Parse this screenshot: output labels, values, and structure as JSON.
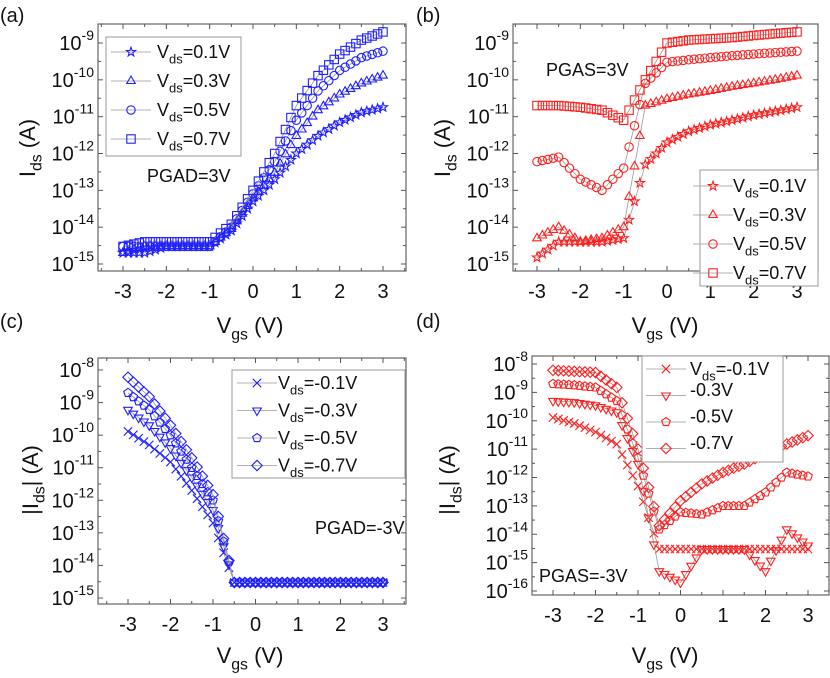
{
  "chart_data": [
    {
      "panel_label": "(a)",
      "type": "scatter",
      "color": "#1f1fff",
      "xlabel": [
        "V",
        "gs",
        " (V)"
      ],
      "ylabel": [
        "I",
        "ds",
        " (A)"
      ],
      "annotation": "PGAD=3V",
      "xlim": [
        -3.4,
        3.5
      ],
      "x_ticks": [
        -3,
        -2,
        -1,
        0,
        1,
        2,
        3
      ],
      "y_ticks": [
        1e-15,
        1e-14,
        1e-13,
        1e-12,
        1e-11,
        1e-10,
        1e-09
      ],
      "y_scale": "log",
      "legend_position": "top-left",
      "x": [
        -3,
        -2.5,
        -2,
        -1.5,
        -1,
        -0.5,
        0,
        0.5,
        1,
        1.5,
        2,
        2.5,
        3
      ],
      "series": [
        {
          "legend": [
            "V",
            "ds",
            "=0.1V"
          ],
          "marker": "star",
          "values": [
            2e-15,
            2e-15,
            3e-15,
            3e-15,
            3e-15,
            8e-15,
            5e-14,
            2e-13,
            1e-12,
            3e-12,
            7e-12,
            1.3e-11,
            1.8e-11
          ]
        },
        {
          "legend": [
            "V",
            "ds",
            "=0.3V"
          ],
          "marker": "triangle",
          "values": [
            2e-15,
            3e-15,
            3e-15,
            3e-15,
            3e-15,
            9e-15,
            6e-14,
            3e-13,
            3e-12,
            1.5e-11,
            4e-11,
            8e-11,
            1.3e-10
          ]
        },
        {
          "legend": [
            "V",
            "ds",
            "=0.5V"
          ],
          "marker": "circle",
          "values": [
            3e-15,
            3e-15,
            3e-15,
            3e-15,
            3e-15,
            1e-14,
            8e-14,
            6e-13,
            8e-12,
            5e-11,
            1.8e-10,
            4e-10,
            6e-10
          ]
        },
        {
          "legend": [
            "V",
            "ds",
            "=0.7V"
          ],
          "marker": "square",
          "values": [
            3e-15,
            4e-15,
            4e-15,
            4e-15,
            4e-15,
            1.2e-14,
            1e-13,
            1e-12,
            2e-11,
            1.3e-10,
            5e-10,
            1.2e-09,
            2e-09
          ]
        }
      ]
    },
    {
      "panel_label": "(b)",
      "type": "scatter",
      "color": "#ff1f1f",
      "xlabel": [
        "V",
        "gs",
        " (V)"
      ],
      "ylabel": [
        "I",
        "ds",
        " (A)"
      ],
      "annotation": "PGAS=3V",
      "xlim": [
        -3.4,
        3.5
      ],
      "x_ticks": [
        -3,
        -2,
        -1,
        0,
        1,
        2,
        3
      ],
      "y_ticks": [
        1e-15,
        1e-14,
        1e-13,
        1e-12,
        1e-11,
        1e-10,
        1e-09
      ],
      "y_scale": "log",
      "legend_position": "bottom-right",
      "x": [
        -3,
        -2.5,
        -2,
        -1.5,
        -1,
        -0.5,
        0,
        0.5,
        1,
        1.5,
        2,
        2.5,
        3
      ],
      "series": [
        {
          "legend": [
            "V",
            "ds",
            "=0.1V"
          ],
          "marker": "star",
          "values": [
            1.5e-15,
            4e-15,
            4e-15,
            4e-15,
            5e-15,
            5e-13,
            2e-12,
            4e-12,
            6e-12,
            8e-12,
            1.1e-11,
            1.4e-11,
            1.8e-11
          ]
        },
        {
          "legend": [
            "V",
            "ds",
            "=0.3V"
          ],
          "marker": "triangle",
          "values": [
            5e-15,
            1e-14,
            4e-15,
            5e-15,
            1e-14,
            2e-11,
            3e-11,
            4e-11,
            5e-11,
            6.5e-11,
            8e-11,
            1e-10,
            1.3e-10
          ]
        },
        {
          "legend": [
            "V",
            "ds",
            "=0.5V"
          ],
          "marker": "circle",
          "values": [
            6e-13,
            8e-13,
            2e-13,
            1e-13,
            4e-13,
            8e-11,
            3e-10,
            3.5e-10,
            4e-10,
            4.5e-10,
            5e-10,
            5.5e-10,
            6e-10
          ]
        },
        {
          "legend": [
            "V",
            "ds",
            "=0.7V"
          ],
          "marker": "square",
          "values": [
            2e-11,
            2e-11,
            1.8e-11,
            1.5e-11,
            8e-12,
            1e-10,
            1e-09,
            1.2e-09,
            1.3e-09,
            1.4e-09,
            1.6e-09,
            1.8e-09,
            2e-09
          ]
        }
      ]
    },
    {
      "panel_label": "(c)",
      "type": "scatter",
      "color": "#1f1fff",
      "xlabel": [
        "V",
        "gs",
        " (V)"
      ],
      "ylabel": [
        "|I",
        "ds",
        "| (A)"
      ],
      "annotation": "PGAD=-3V",
      "xlim": [
        -3.4,
        3.5
      ],
      "x_ticks": [
        -3,
        -2,
        -1,
        0,
        1,
        2,
        3
      ],
      "y_ticks": [
        1e-15,
        1e-14,
        1e-13,
        1e-12,
        1e-11,
        1e-10,
        1e-09,
        1e-08
      ],
      "y_scale": "log",
      "legend_position": "top-right",
      "x": [
        -3,
        -2.5,
        -2,
        -1.5,
        -1,
        -0.5,
        0,
        0.5,
        1,
        1.5,
        2,
        2.5,
        3
      ],
      "series": [
        {
          "legend": [
            "V",
            "ds",
            "=-0.1V"
          ],
          "marker": "x",
          "values": [
            1.3e-10,
            5e-11,
            1.5e-11,
            2e-12,
            2e-13,
            3e-15,
            3e-15,
            3e-15,
            3e-15,
            3e-15,
            3e-15,
            3e-15,
            3e-15
          ]
        },
        {
          "legend": [
            "V",
            "ds",
            "=-0.3V"
          ],
          "marker": "triangle-down",
          "values": [
            6e-10,
            2e-10,
            4e-11,
            5e-12,
            5e-13,
            3e-15,
            3e-15,
            3e-15,
            3e-15,
            3e-15,
            3e-15,
            3e-15,
            3e-15
          ]
        },
        {
          "legend": [
            "V",
            "ds",
            "=-0.5V"
          ],
          "marker": "pentagon",
          "values": [
            2e-09,
            6e-10,
            1e-10,
            1e-11,
            1e-12,
            3e-15,
            3e-15,
            3e-15,
            3e-15,
            3e-15,
            3e-15,
            3e-15,
            3e-15
          ]
        },
        {
          "legend": [
            "V",
            "ds",
            "=-0.7V"
          ],
          "marker": "diamond",
          "values": [
            6e-09,
            1.5e-09,
            2e-10,
            2e-11,
            1.5e-12,
            3e-15,
            3e-15,
            3e-15,
            3e-15,
            3e-15,
            3e-15,
            3e-15,
            3e-15
          ]
        }
      ]
    },
    {
      "panel_label": "(d)",
      "type": "scatter",
      "color": "#ff1f1f",
      "xlabel": [
        "V",
        "gs",
        " (V)"
      ],
      "ylabel": [
        "|I",
        "ds",
        "| (A)"
      ],
      "annotation": "PGAS=-3V",
      "xlim": [
        -3.4,
        3.5
      ],
      "x_ticks": [
        -3,
        -2,
        -1,
        0,
        1,
        2,
        3
      ],
      "y_ticks": [
        1e-16,
        1e-15,
        1e-14,
        1e-13,
        1e-12,
        1e-11,
        1e-10,
        1e-09,
        1e-08
      ],
      "y_scale": "log",
      "legend_position": "top-right",
      "x": [
        -3,
        -2.5,
        -2,
        -1.5,
        -1,
        -0.5,
        0,
        0.5,
        1,
        1.5,
        2,
        2.5,
        3
      ],
      "series": [
        {
          "legend": [
            "V",
            "ds",
            "=-0.1V"
          ],
          "marker": "x",
          "values": [
            1.3e-10,
            8e-11,
            4e-11,
            1.5e-11,
            5e-13,
            3e-15,
            3e-15,
            3e-15,
            3e-15,
            3e-15,
            3e-15,
            3e-15,
            3e-15
          ]
        },
        {
          "legend": [
            "",
            "",
            "-0.3V"
          ],
          "marker": "triangle-down",
          "values": [
            5e-10,
            4.5e-10,
            3.5e-10,
            2e-10,
            3e-12,
            5e-16,
            2e-16,
            3e-15,
            3e-15,
            3e-15,
            5e-16,
            1.5e-14,
            4e-15
          ]
        },
        {
          "legend": [
            "",
            "",
            "-0.5V"
          ],
          "marker": "pentagon",
          "values": [
            2e-09,
            1.8e-09,
            1.5e-09,
            5e-10,
            5e-12,
            1.5e-14,
            6e-14,
            5e-14,
            1e-13,
            1e-13,
            3e-13,
            1.5e-12,
            1.1e-12
          ]
        },
        {
          "legend": [
            "",
            "",
            "-0.7V"
          ],
          "marker": "diamond",
          "values": [
            6e-09,
            5.5e-09,
            5e-09,
            1.5e-09,
            1e-11,
            2e-14,
            1.5e-13,
            6e-13,
            1.5e-12,
            3e-12,
            7e-12,
            1.5e-11,
            3e-11
          ]
        }
      ]
    }
  ]
}
